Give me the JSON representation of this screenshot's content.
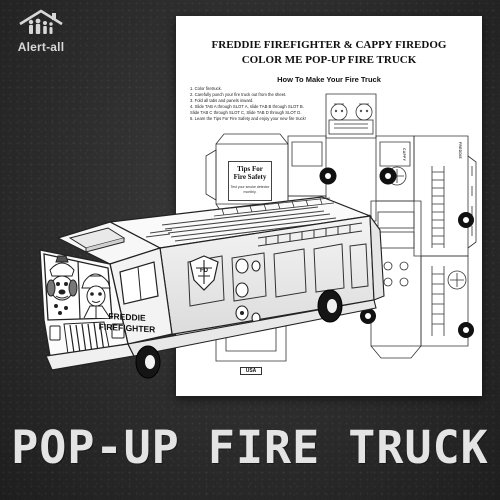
{
  "brand": {
    "logo_text": "Alert-all",
    "logo_icon": "house-family-icon"
  },
  "sheet": {
    "title_line1": "FREDDIE FIREFIGHTER & CAPPY FIREDOG",
    "title_line2": "COLOR ME POP-UP FIRE TRUCK",
    "how_to_title": "How To Make Your Fire Truck",
    "steps": [
      "1. Color firetruck.",
      "2. Carefully punch your fire truck out from the sheet.",
      "3. Fold all tabs and panels inward.",
      "4. Slide TAB A through SLOT A, slide TAB B through SLOT B.",
      "   Slide TAB C through SLOT C, Slide TAB D through SLOT D.",
      "5. Learn the Tips For Fire Safety and enjoy your new fire truck!"
    ],
    "tips_title_line1": "Tips For",
    "tips_title_line2": "Fire Safety",
    "tips_text": "Test your smoke detector monthly.",
    "usa_tag": "USA",
    "side_label": "CAPPY",
    "side_label_2": "FREDDIE"
  },
  "truck": {
    "name_line1": "FREDDIE",
    "name_line2": "FIREFIGHTER",
    "badge_text": "FD"
  },
  "headline": "POP-UP FIRE TRUCK",
  "colors": {
    "background": "#2f2f2f",
    "headline": "#e4e4e4",
    "paper": "#ffffff",
    "ink": "#111111"
  }
}
